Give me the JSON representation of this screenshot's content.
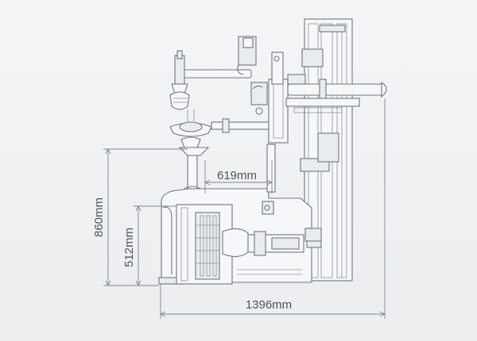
{
  "dimensions": {
    "arm_reach": "619mm",
    "total_height": "860mm",
    "base_height": "512mm",
    "total_width": "1396mm"
  },
  "colors": {
    "background": "#eef0f2",
    "line": "#6e7780",
    "text": "#4c555d"
  }
}
